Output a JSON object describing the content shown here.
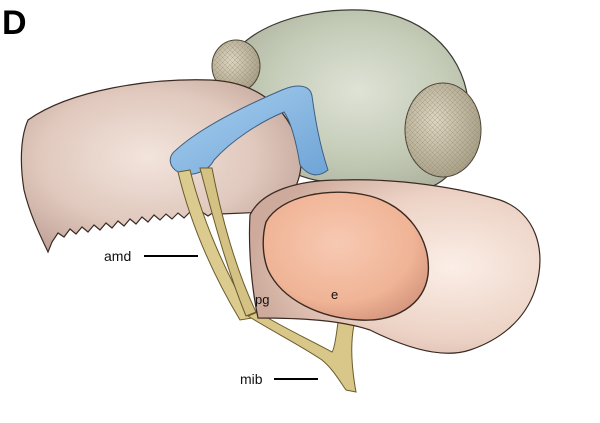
{
  "panel": {
    "letter": "D"
  },
  "labels": {
    "amd": "amd",
    "pg": "pg",
    "e": "e",
    "mib": "mib"
  },
  "colors": {
    "head_capsule": "#c6cebb",
    "compound_eye": "#c7bea6",
    "mandible": "#e5d2c8",
    "gland_blue": "#8fbde6",
    "ligament_yellow": "#d9c98d",
    "maxilla": "#ecd3c6",
    "galea": "#f3bba3",
    "outline": "#3b2a22"
  }
}
